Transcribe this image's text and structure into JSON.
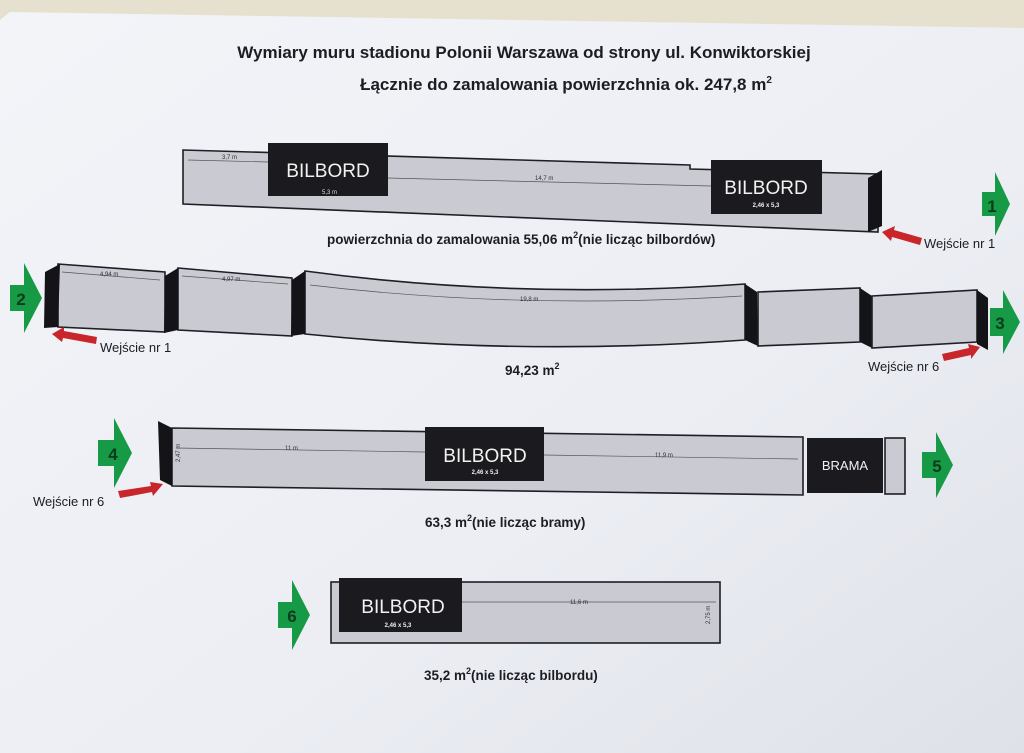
{
  "title": {
    "line1": "Wymiary muru stadionu Polonii Warszawa od strony ul. Konwiktorskiej",
    "line2": "Łącznie do zamalowania powierzchnia ok. 247,8 m",
    "line2_sup": "2"
  },
  "billboard": {
    "label": "BILBORD",
    "size": "2,46 x 5,3"
  },
  "gate_label": "BRAMA",
  "section1": {
    "number": "1",
    "caption": "powierzchnia do zamalowania 55,06 m",
    "caption_sup": "2",
    "caption_suffix": "(nie licząc bilbordów)",
    "entrance": "Wejście nr 1",
    "dims": [
      "3,7 m",
      "5,3 m",
      "14,7 m"
    ]
  },
  "section2": {
    "number_left": "2",
    "number_right": "3",
    "caption": "94,23 m",
    "caption_sup": "2",
    "entrance_left": "Wejście nr 1",
    "entrance_right": "Wejście nr 6",
    "dims": [
      "4,94 m",
      "4,97 m",
      "19,8 m"
    ]
  },
  "section3": {
    "number_left": "4",
    "number_right": "5",
    "caption": "63,3 m",
    "caption_sup": "2",
    "caption_suffix": "(nie licząc bramy)",
    "entrance": "Wejście nr 6",
    "dims": [
      "11 m",
      "11,9 m",
      "2,47 m"
    ]
  },
  "section4": {
    "number": "6",
    "caption": "35,2 m",
    "caption_sup": "2",
    "caption_suffix": "(nie licząc bilbordu)",
    "dims": [
      "11,6 m",
      "2,75 m"
    ]
  }
}
